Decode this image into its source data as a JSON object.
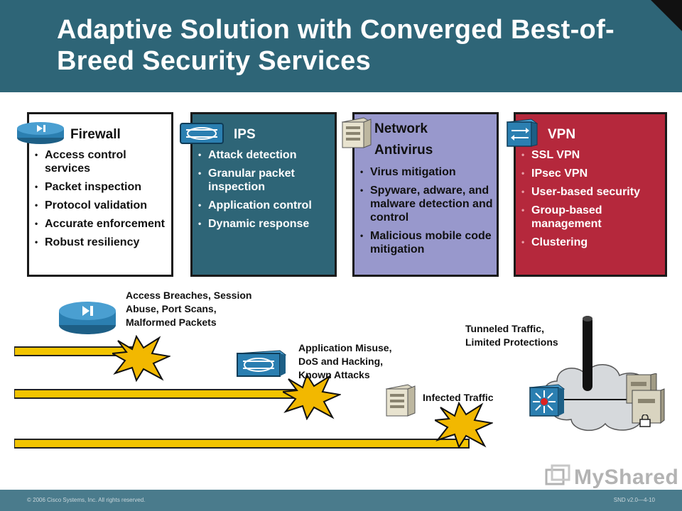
{
  "slide": {
    "title": "Adaptive Solution with Converged Best-of-Breed Security Services"
  },
  "cards": {
    "firewall": {
      "heading": "Firewall",
      "icon": "firewall-icon",
      "color": "#ffffff",
      "items": [
        "Access control services",
        "Packet inspection",
        "Protocol validation",
        "Accurate enforcement",
        "Robust resiliency"
      ]
    },
    "ips": {
      "heading": "IPS",
      "icon": "ips-sensor-icon",
      "color": "#2e6577",
      "items": [
        "Attack detection",
        "Granular packet inspection",
        "Application control",
        "Dynamic response"
      ]
    },
    "antivirus": {
      "heading": "Network Antivirus",
      "icon": "server-icon",
      "color": "#9898cc",
      "items": [
        "Virus mitigation",
        "Spyware, adware, and malware detection and control",
        "Malicious mobile code mitigation"
      ]
    },
    "vpn": {
      "heading": "VPN",
      "icon": "vpn-concentrator-icon",
      "color": "#b5283c",
      "items": [
        "SSL VPN",
        "IPsec VPN",
        "User-based security",
        "Group-based management",
        "Clustering"
      ]
    }
  },
  "diagram": {
    "labels": {
      "firewall_threats": "Access Breaches, Session\nAbuse, Port Scans,\nMalformed Packets",
      "ips_threats": "Application Misuse,\nDoS and Hacking,\nKnown Attacks",
      "antivirus_threats": "Infected Traffic",
      "vpn_threats": "Tunneled Traffic,\nLimited Protections"
    },
    "icons": [
      "firewall-icon",
      "ips-sensor-icon",
      "server-icon",
      "switch-icon",
      "cloud-icon",
      "lock-icon",
      "burst-icon",
      "arrow-icon"
    ]
  },
  "footer": {
    "copyright": "© 2006 Cisco Systems, Inc. All rights reserved.",
    "course": "SND v2.0—4-10",
    "watermark": "MyShared"
  }
}
